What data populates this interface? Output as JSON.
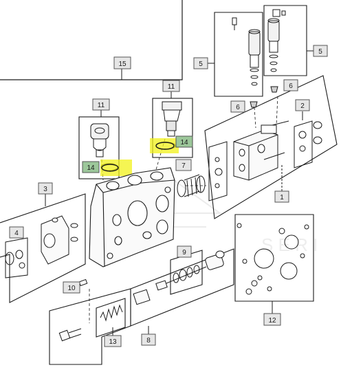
{
  "diagram": {
    "callouts": [
      {
        "id": "c15",
        "label": "15",
        "highlight": false
      },
      {
        "id": "c11a",
        "label": "11",
        "highlight": false
      },
      {
        "id": "c11b",
        "label": "11",
        "highlight": false
      },
      {
        "id": "c14a",
        "label": "14",
        "highlight": true
      },
      {
        "id": "c14b",
        "label": "14",
        "highlight": true
      },
      {
        "id": "c7",
        "label": "7",
        "highlight": false
      },
      {
        "id": "c5a",
        "label": "5",
        "highlight": false
      },
      {
        "id": "c5b",
        "label": "5",
        "highlight": false
      },
      {
        "id": "c6a",
        "label": "6",
        "highlight": false
      },
      {
        "id": "c6b",
        "label": "6",
        "highlight": false
      },
      {
        "id": "c2",
        "label": "2",
        "highlight": false
      },
      {
        "id": "c1",
        "label": "1",
        "highlight": false
      },
      {
        "id": "c3",
        "label": "3",
        "highlight": false
      },
      {
        "id": "c4",
        "label": "4",
        "highlight": false
      },
      {
        "id": "c9",
        "label": "9",
        "highlight": false
      },
      {
        "id": "c10",
        "label": "10",
        "highlight": false
      },
      {
        "id": "c12",
        "label": "12",
        "highlight": false
      },
      {
        "id": "c13",
        "label": "13",
        "highlight": false
      },
      {
        "id": "c8",
        "label": "8",
        "highlight": false
      }
    ],
    "colors": {
      "line": "#1a1a1a",
      "callout_fill": "#e6e6e6",
      "callout_border": "#555555",
      "highlight_yellow": "#f2f21a",
      "highlight_callout_fill": "#9cc79a",
      "watermark": "#d9d9d9"
    }
  }
}
